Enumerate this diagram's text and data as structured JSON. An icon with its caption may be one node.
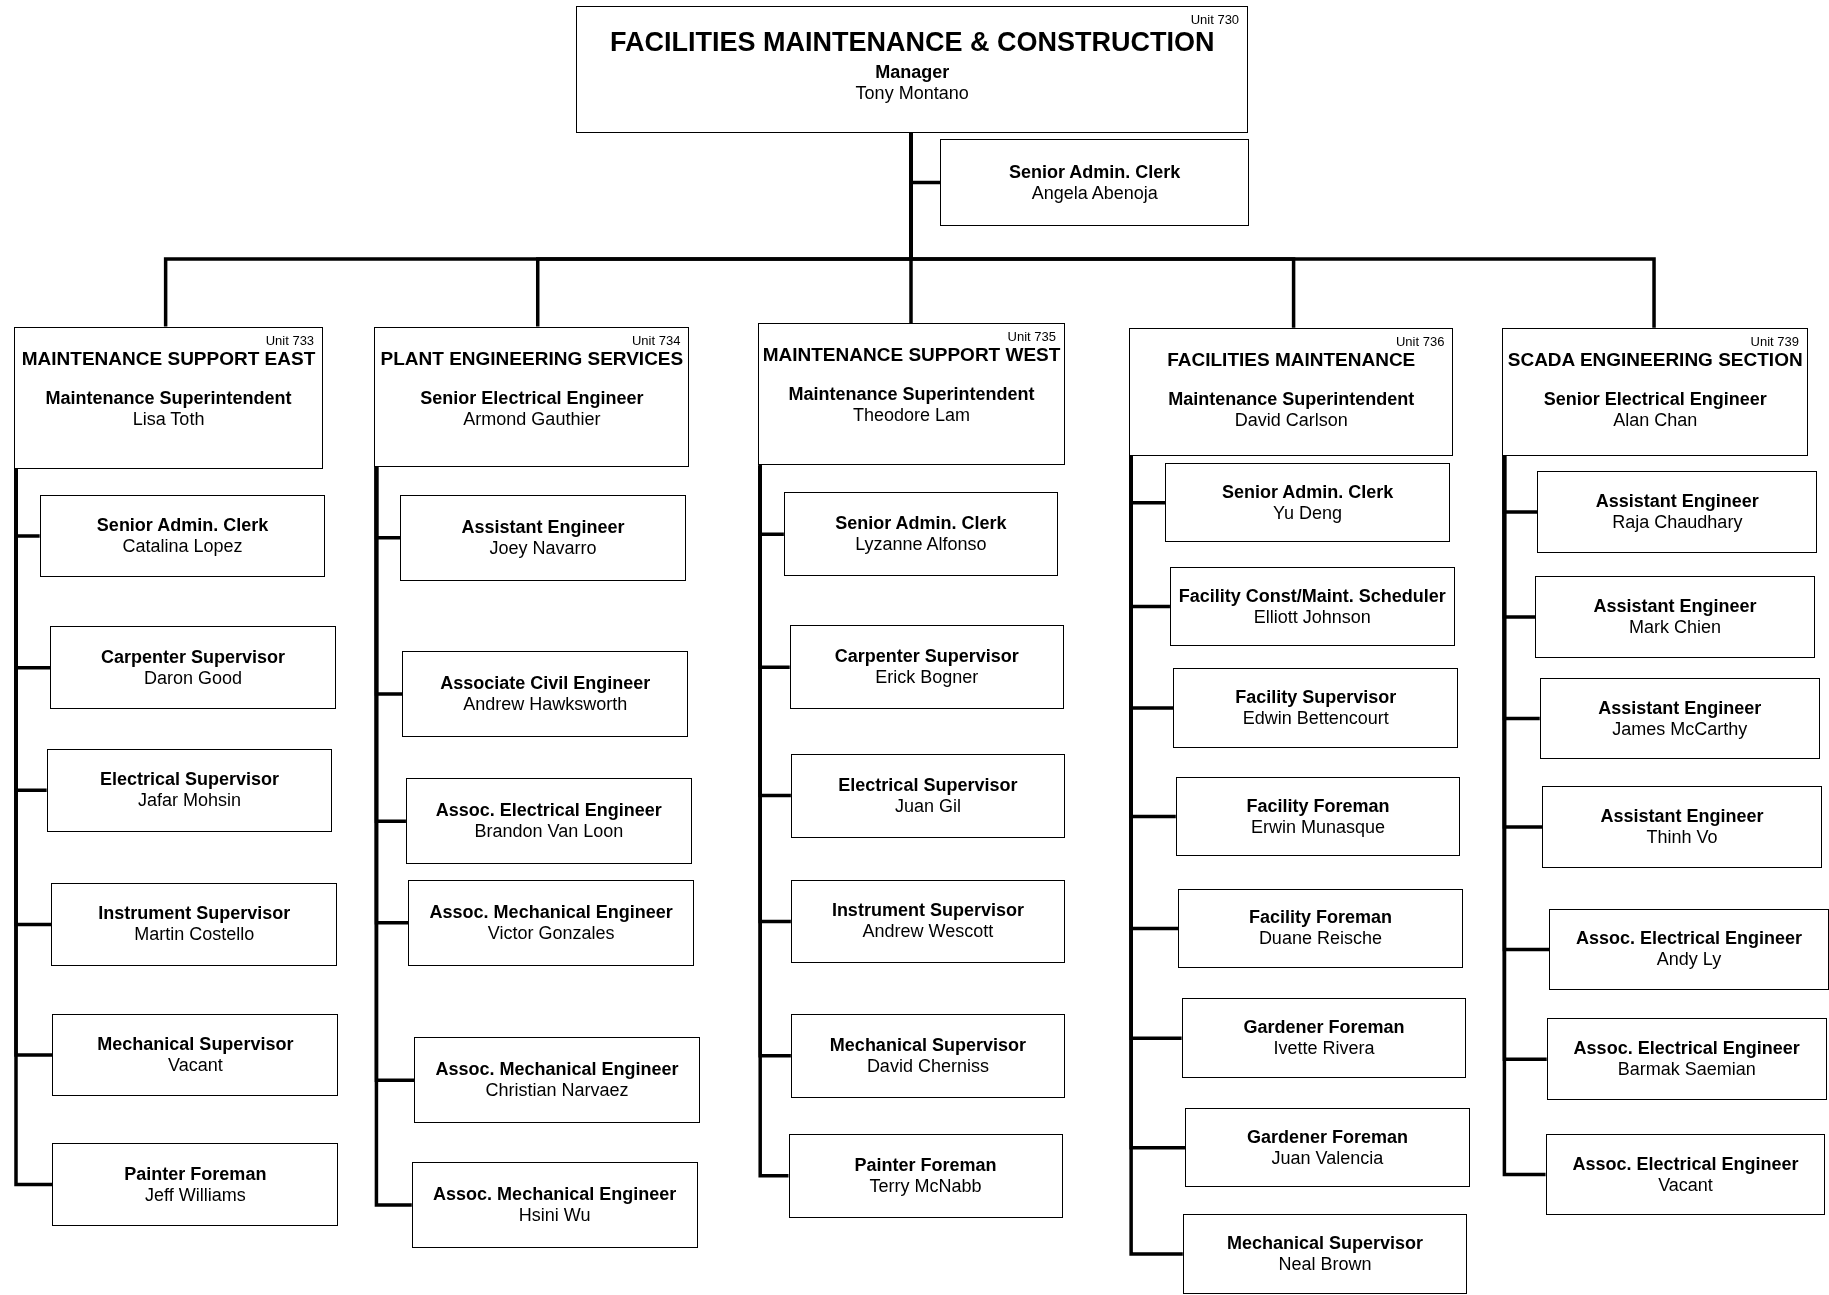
{
  "diagram": {
    "nodes": [
      {
        "text": [
          "Unit 730",
          "FACILITIES MAINTENANCE & CONSTRUCTION",
          "Manager",
          "Tony Montano"
        ]
      },
      {
        "text": [
          "Senior Admin. Clerk",
          "Angela Abenoja"
        ]
      },
      {
        "text": [
          "Unit 733",
          "MAINTENANCE SUPPORT EAST",
          "Maintenance Superintendent",
          "Lisa Toth"
        ]
      },
      {
        "text": [
          "Senior Admin. Clerk",
          "Catalina Lopez"
        ]
      },
      {
        "text": [
          "Carpenter Supervisor",
          "Daron Good"
        ]
      },
      {
        "text": [
          "Electrical Supervisor",
          "Jafar Mohsin"
        ]
      },
      {
        "text": [
          "Instrument Supervisor",
          "Martin Costello"
        ]
      },
      {
        "text": [
          "Mechanical Supervisor",
          "Vacant"
        ]
      },
      {
        "text": [
          "Painter Foreman",
          "Jeff Williams"
        ]
      },
      {
        "text": [
          "Unit 734",
          "PLANT ENGINEERING SERVICES",
          "Senior Electrical Engineer",
          "Armond Gauthier"
        ]
      },
      {
        "text": [
          "Assistant Engineer",
          "Joey Navarro"
        ]
      },
      {
        "text": [
          "Associate Civil Engineer",
          "Andrew Hawksworth"
        ]
      },
      {
        "text": [
          "Assoc. Electrical Engineer",
          "Brandon Van Loon"
        ]
      },
      {
        "text": [
          "Assoc. Mechanical Engineer",
          "Victor Gonzales"
        ]
      },
      {
        "text": [
          "Assoc. Mechanical Engineer",
          "Christian Narvaez"
        ]
      },
      {
        "text": [
          "Assoc. Mechanical Engineer",
          "Hsini Wu"
        ]
      },
      {
        "text": [
          "Unit 735",
          "MAINTENANCE SUPPORT WEST",
          "Maintenance Superintendent",
          "Theodore Lam"
        ]
      },
      {
        "text": [
          "Senior Admin. Clerk",
          "Lyzanne Alfonso"
        ]
      },
      {
        "text": [
          "Carpenter Supervisor",
          "Erick Bogner"
        ]
      },
      {
        "text": [
          "Electrical Supervisor",
          "Juan Gil"
        ]
      },
      {
        "text": [
          "Instrument Supervisor",
          "Andrew Wescott"
        ]
      },
      {
        "text": [
          "Mechanical Supervisor",
          "David Cherniss"
        ]
      },
      {
        "text": [
          "Painter Foreman",
          "Terry McNabb"
        ]
      },
      {
        "text": [
          "Unit 736",
          "FACILITIES MAINTENANCE",
          "Maintenance Superintendent",
          "David Carlson"
        ]
      },
      {
        "text": [
          "Senior Admin. Clerk",
          "Yu Deng"
        ]
      },
      {
        "text": [
          "Facility Const/Maint. Scheduler",
          "Elliott Johnson"
        ]
      },
      {
        "text": [
          "Facility Supervisor",
          "Edwin Bettencourt"
        ]
      },
      {
        "text": [
          "Facility Foreman",
          "Erwin Munasque"
        ]
      },
      {
        "text": [
          "Facility Foreman",
          "Duane Reische"
        ]
      },
      {
        "text": [
          "Gardener Foreman",
          "Ivette Rivera"
        ]
      },
      {
        "text": [
          "Gardener Foreman",
          "Juan Valencia"
        ]
      },
      {
        "text": [
          "Mechanical Supervisor",
          "Neal Brown"
        ]
      },
      {
        "text": [
          "Unit 739",
          "SCADA ENGINEERING SECTION",
          "Senior Electrical Engineer",
          "Alan Chan"
        ]
      },
      {
        "text": [
          "Assistant Engineer",
          "Raja Chaudhary"
        ]
      },
      {
        "text": [
          "Assistant Engineer",
          "Mark Chien"
        ]
      },
      {
        "text": [
          "Assistant Engineer",
          "James McCarthy"
        ]
      },
      {
        "text": [
          "Assistant Engineer",
          "Thinh Vo"
        ]
      },
      {
        "text": [
          "Assoc. Electrical Engineer",
          "Andy Ly"
        ]
      },
      {
        "text": [
          "Assoc. Electrical Engineer",
          "Barmak Saemian"
        ]
      },
      {
        "text": [
          "Assoc. Electrical Engineer",
          "Vacant"
        ]
      }
    ],
    "edges": [
      {
        "from": 0,
        "to": 1,
        "arrow": "none"
      },
      {
        "from": 0,
        "to": 2,
        "arrow": "none"
      },
      {
        "from": 0,
        "to": 9,
        "arrow": "none"
      },
      {
        "from": 0,
        "to": 16,
        "arrow": "none"
      },
      {
        "from": 0,
        "to": 23,
        "arrow": "none"
      },
      {
        "from": 0,
        "to": 32,
        "arrow": "none"
      },
      {
        "from": 2,
        "to": 3,
        "arrow": "none"
      },
      {
        "from": 2,
        "to": 4,
        "arrow": "none"
      },
      {
        "from": 2,
        "to": 5,
        "arrow": "none"
      },
      {
        "from": 2,
        "to": 6,
        "arrow": "none"
      },
      {
        "from": 2,
        "to": 7,
        "arrow": "none"
      },
      {
        "from": 2,
        "to": 8,
        "arrow": "none"
      },
      {
        "from": 9,
        "to": 10,
        "arrow": "none"
      },
      {
        "from": 9,
        "to": 11,
        "arrow": "none"
      },
      {
        "from": 9,
        "to": 12,
        "arrow": "none"
      },
      {
        "from": 9,
        "to": 13,
        "arrow": "none"
      },
      {
        "from": 9,
        "to": 14,
        "arrow": "none"
      },
      {
        "from": 9,
        "to": 15,
        "arrow": "none"
      },
      {
        "from": 16,
        "to": 17,
        "arrow": "none"
      },
      {
        "from": 16,
        "to": 18,
        "arrow": "none"
      },
      {
        "from": 16,
        "to": 19,
        "arrow": "none"
      },
      {
        "from": 16,
        "to": 20,
        "arrow": "none"
      },
      {
        "from": 16,
        "to": 21,
        "arrow": "none"
      },
      {
        "from": 16,
        "to": 22,
        "arrow": "none"
      },
      {
        "from": 23,
        "to": 24,
        "arrow": "none"
      },
      {
        "from": 23,
        "to": 25,
        "arrow": "none"
      },
      {
        "from": 23,
        "to": 26,
        "arrow": "none"
      },
      {
        "from": 23,
        "to": 27,
        "arrow": "none"
      },
      {
        "from": 23,
        "to": 28,
        "arrow": "none"
      },
      {
        "from": 23,
        "to": 29,
        "arrow": "none"
      },
      {
        "from": 23,
        "to": 30,
        "arrow": "none"
      },
      {
        "from": 23,
        "to": 31,
        "arrow": "none"
      },
      {
        "from": 32,
        "to": 33,
        "arrow": "none"
      },
      {
        "from": 32,
        "to": 34,
        "arrow": "none"
      },
      {
        "from": 32,
        "to": 35,
        "arrow": "none"
      },
      {
        "from": 32,
        "to": 36,
        "arrow": "none"
      },
      {
        "from": 32,
        "to": 37,
        "arrow": "none"
      },
      {
        "from": 32,
        "to": 38,
        "arrow": "none"
      },
      {
        "from": 32,
        "to": 39,
        "arrow": "none"
      }
    ]
  }
}
